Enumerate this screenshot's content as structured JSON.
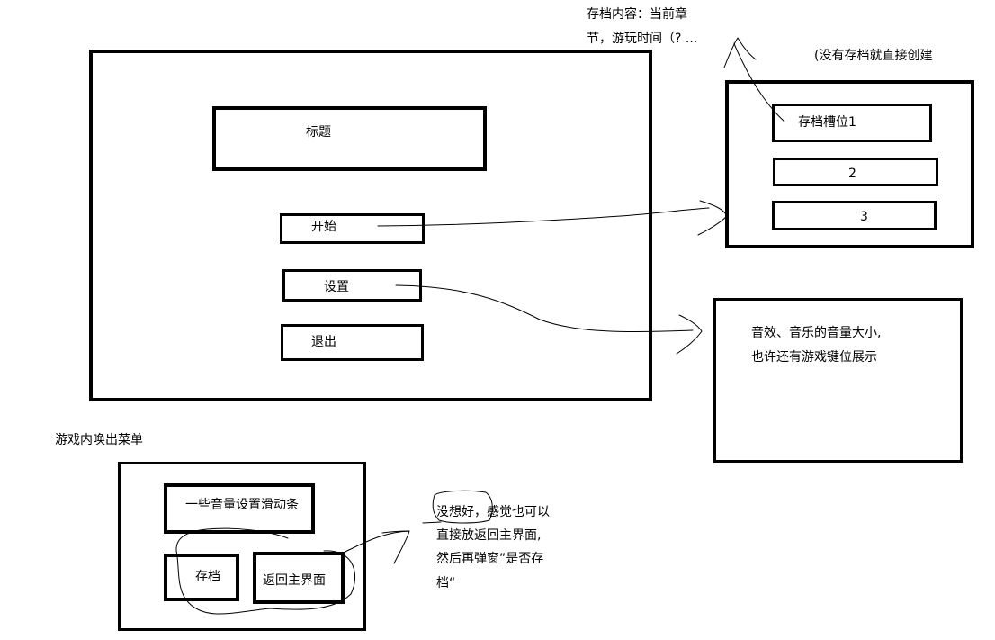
{
  "main_menu": {
    "title": "标题",
    "start": "开始",
    "settings": "设置",
    "exit": "退出"
  },
  "save_panel": {
    "note_content_line1": "存档内容：当前章",
    "note_content_line2": "节，游玩时间（? ...",
    "note_create": "(没有存档就直接创建",
    "slot1": "存档槽位1",
    "slot2": "2",
    "slot3": "3"
  },
  "settings_panel": {
    "line1": "音效、音乐的音量大小,",
    "line2": "也许还有游戏键位展示"
  },
  "ingame_menu": {
    "heading": "游戏内唤出菜单",
    "volume_slider": "一些音量设置滑动条",
    "save": "存档",
    "back_to_main": "返回主界面",
    "note_line1": "没想好，感觉也可以",
    "note_line2": "直接放返回主界面,",
    "note_line3": "然后再弹窗”是否存",
    "note_line4": "档“"
  }
}
